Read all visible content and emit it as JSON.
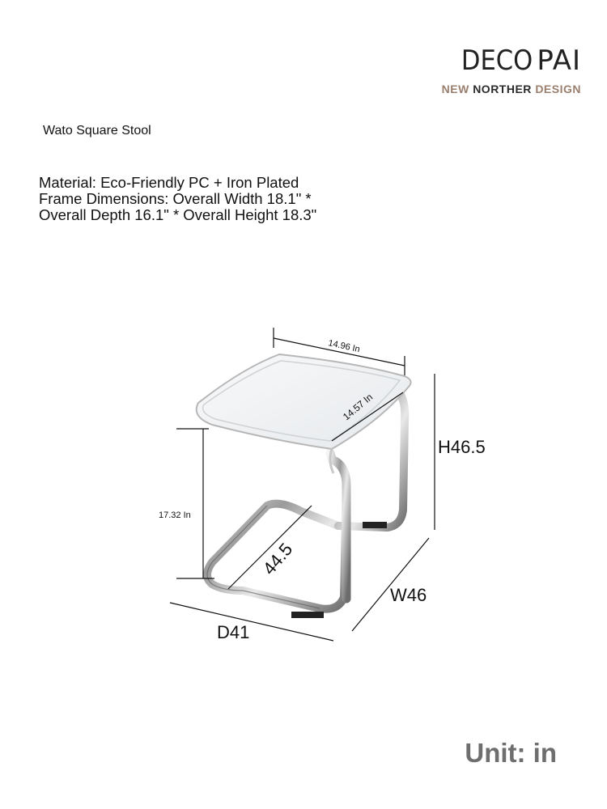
{
  "brand": {
    "logo_left": "DECO",
    "logo_right": "PAI",
    "tagline_part1": "NEW",
    "tagline_part2": "NORTHER",
    "tagline_part3": "DESIGN"
  },
  "product": {
    "name": "Wato Square Stool",
    "spec_lines": [
      "Material: Eco-Friendly PC + Iron Plated",
      "Frame Dimensions: Overall Width 18.1\" *",
      "Overall Depth 16.1\" * Overall Height 18.3\""
    ]
  },
  "dimensions": {
    "top_width": "14.96 In",
    "top_depth": "14.57 In",
    "inner_height": "17.32 In",
    "height": "H46.5",
    "width": "W46",
    "depth": "D41",
    "base_diagonal": "44.5"
  },
  "unit_label": "Unit: in",
  "colors": {
    "brand_brown": "#9a7f6e",
    "unit_gray": "#6e6e6e"
  }
}
